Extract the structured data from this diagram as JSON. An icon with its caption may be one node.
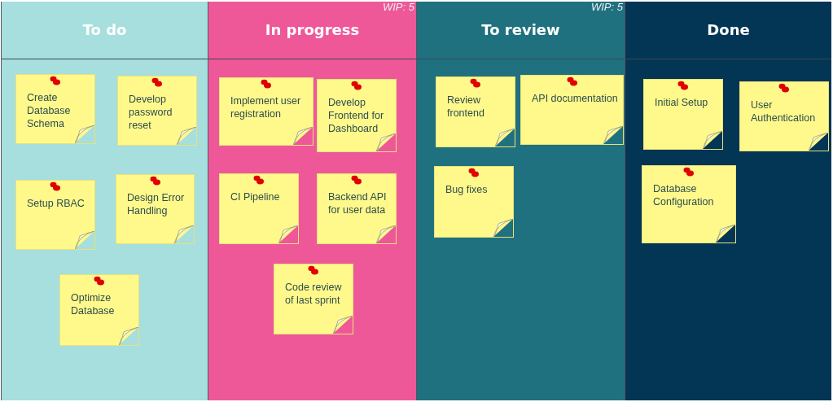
{
  "diagram": {
    "nodes": [
      {
        "text": [
          "To do"
        ]
      },
      {
        "text": [
          "Create Database Schema"
        ],
        "in": 0
      },
      {
        "text": [
          "Develop password reset"
        ],
        "in": 0
      },
      {
        "text": [
          "Setup RBAC"
        ],
        "in": 0
      },
      {
        "text": [
          "Design Error Handling"
        ],
        "in": 0
      },
      {
        "text": [
          "Optimize Database"
        ],
        "in": 0
      },
      {
        "text": [
          "In progress"
        ],
        "beside": [
          "WIP: 5"
        ]
      },
      {
        "text": [
          "Implement user registration"
        ],
        "in": 6
      },
      {
        "text": [
          "Develop Frontend for Dashboard"
        ],
        "in": 6
      },
      {
        "text": [
          "CI Pipeline"
        ],
        "in": 6
      },
      {
        "text": [
          "Backend API for user data"
        ],
        "in": 6
      },
      {
        "text": [
          "Code review of last sprint"
        ],
        "in": 6
      },
      {
        "text": [
          "To review"
        ],
        "beside": [
          "WIP: 5"
        ]
      },
      {
        "text": [
          "Review frontend"
        ],
        "in": 12
      },
      {
        "text": [
          "API documentation"
        ],
        "in": 12
      },
      {
        "text": [
          "Bug fixes"
        ],
        "in": 12
      },
      {
        "text": [
          "Done"
        ]
      },
      {
        "text": [
          "Initial Setup"
        ],
        "in": 16
      },
      {
        "text": [
          "User Authentication"
        ],
        "in": 16
      },
      {
        "text": [
          "Database Configuration"
        ],
        "in": 16
      }
    ]
  }
}
